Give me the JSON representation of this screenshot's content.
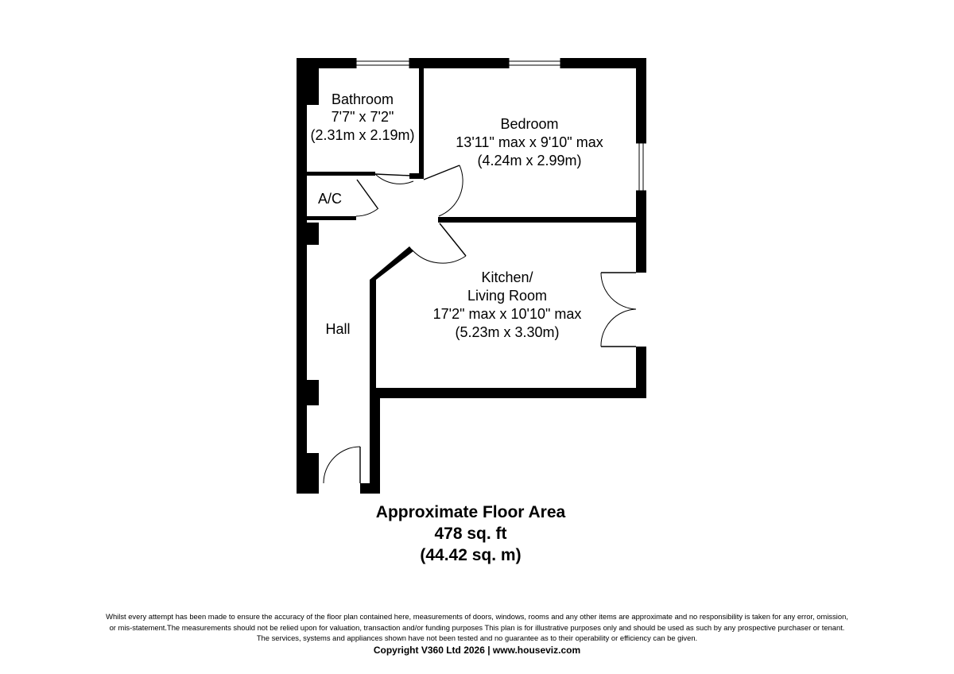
{
  "rooms": {
    "bathroom": {
      "name": "Bathroom",
      "imperial": "7'7\" x 7'2\"",
      "metric": "(2.31m x 2.19m)"
    },
    "bedroom": {
      "name": "Bedroom",
      "imperial": "13'11\" max x 9'10\" max",
      "metric": "(4.24m x 2.99m)"
    },
    "ac": {
      "name": "A/C"
    },
    "kitchen": {
      "name_line1": "Kitchen/",
      "name_line2": "Living Room",
      "imperial": "17'2\" max x 10'10\" max",
      "metric": "(5.23m x 3.30m)"
    },
    "hall": {
      "name": "Hall"
    }
  },
  "floor_area": {
    "heading": "Approximate Floor Area",
    "imperial": "478 sq. ft",
    "metric": "(44.42 sq. m)"
  },
  "footer": {
    "disclaimer_line1": "Whilst every attempt has been made to ensure the accuracy of the floor plan contained here, measurements of doors, windows, rooms and any other items are approximate and no responsibility is taken for any error, omission,",
    "disclaimer_line2": "or mis-statement.The measurements should not be relied upon for valuation, transaction and/or funding purposes This plan is for illustrative purposes only and should be used as such by any prospective purchaser or tenant.",
    "disclaimer_line3": "The services, systems and appliances shown have not been tested and no guarantee as to their operability or efficiency can be given.",
    "copyright": "Copyright V360 Ltd 2026 | www.houseviz.com"
  }
}
